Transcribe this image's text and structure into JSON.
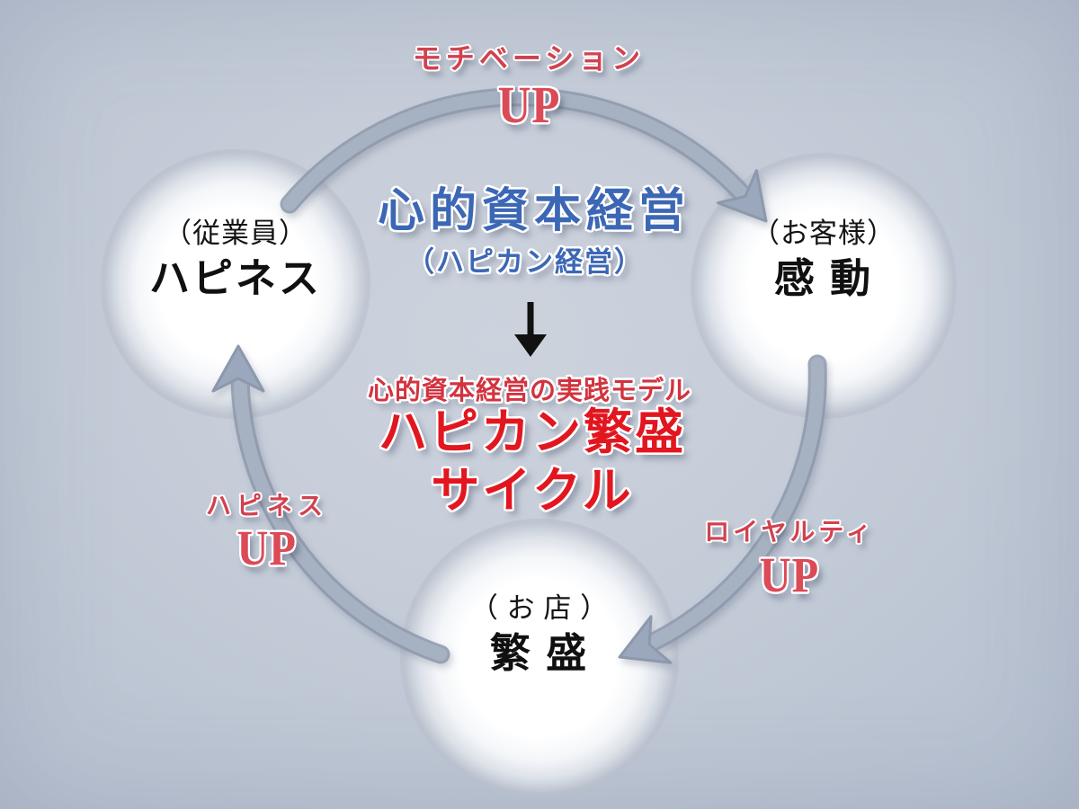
{
  "diagram": {
    "top_label": {
      "line1": "モチベーション",
      "line2": "UP"
    },
    "right_label": {
      "line1": "ロイヤルティ",
      "line2": "UP"
    },
    "left_label": {
      "line1": "ハピネス",
      "line2": "UP"
    },
    "center": {
      "title": "心的資本経営",
      "subtitle": "（ハピカン経営）",
      "caption": "心的資本経営の実践モデル",
      "cycle_line1": "ハピカン繁盛",
      "cycle_line2": "サイクル"
    },
    "nodes": [
      {
        "id": "employee",
        "role": "（従業員）",
        "value": "ハピネス"
      },
      {
        "id": "customer",
        "role": "（お客様）",
        "value": "感 動"
      },
      {
        "id": "shop",
        "role": "（ お 店 ）",
        "value": "繁 盛"
      }
    ],
    "colors": {
      "title_blue": "#3c67b5",
      "accent_red": "#d2414e",
      "strong_red": "#e2161f",
      "up_red": "#db4a56",
      "arrow_gray": "#a7b1c2",
      "node_text_black": "#141414",
      "background": "#c2cad6"
    }
  }
}
